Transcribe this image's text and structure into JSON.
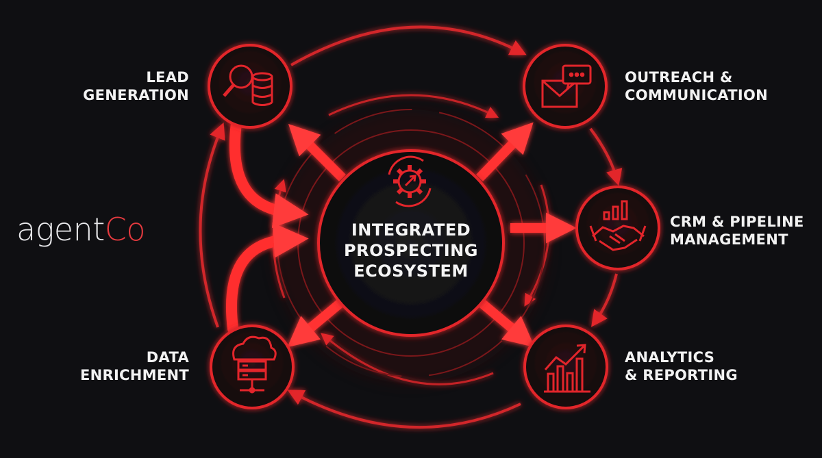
{
  "logo": {
    "part1": "agent",
    "part2": "Co"
  },
  "center": {
    "lines": [
      "INTEGRATED",
      "PROSPECTING",
      "ECOSYSTEM"
    ]
  },
  "nodes": [
    {
      "id": "lead-generation",
      "lines": [
        "LEAD",
        "GENERATION"
      ],
      "icon": "search-database-icon"
    },
    {
      "id": "outreach-communication",
      "lines": [
        "OUTREACH &",
        "COMMUNICATION"
      ],
      "icon": "envelope-chat-icon"
    },
    {
      "id": "crm-pipeline",
      "lines": [
        "CRM & PIPELINE",
        "MANAGEMENT"
      ],
      "icon": "handshake-chart-icon"
    },
    {
      "id": "analytics-reporting",
      "lines": [
        "ANALYTICS",
        "& REPORTING"
      ],
      "icon": "bar-chart-trend-icon"
    },
    {
      "id": "data-enrichment",
      "lines": [
        "DATA",
        "ENRICHMENT"
      ],
      "icon": "cloud-server-icon"
    }
  ],
  "colors": {
    "accent": "#e3252b",
    "glow": "#ff3b3b",
    "background": "#0f0f12",
    "text": "#f2f2f2"
  }
}
